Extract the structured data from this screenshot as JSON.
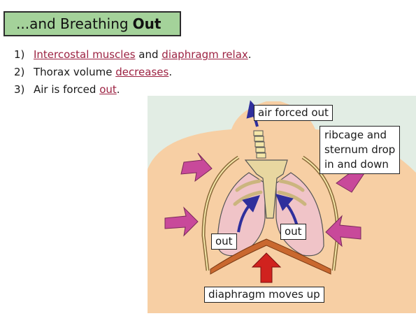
{
  "title": {
    "prefix": "...and Breathing",
    "bold": "Out"
  },
  "steps": [
    {
      "num": "1)",
      "link1": "Intercostal muscles",
      "text1": " and ",
      "link2": "diaphragm relax",
      "text2": "."
    },
    {
      "num": "2)",
      "text1": "Thorax volume ",
      "link1": "decreases",
      "text2": "."
    },
    {
      "num": "3)",
      "text1": "Air is forced ",
      "link1": "out",
      "text2": "."
    }
  ],
  "labels": {
    "air_out": "air forced out",
    "ribcage_line1": "ribcage and",
    "ribcage_line2": "sternum drop",
    "ribcage_line3": "in and down",
    "out_left": "out",
    "out_right": "out",
    "diaphragm": "diaphragm moves up"
  },
  "colors": {
    "title_bg": "#a4d29a",
    "link": "#9c2242",
    "diagram_bg": "#e2ede4",
    "skin": "#f7cfa4",
    "lung": "#f0c4c8",
    "arrow_magenta": "#c8499a",
    "arrow_blue": "#2f2f9c",
    "arrow_red": "#d0221e",
    "diaphragm": "#c9682f"
  }
}
